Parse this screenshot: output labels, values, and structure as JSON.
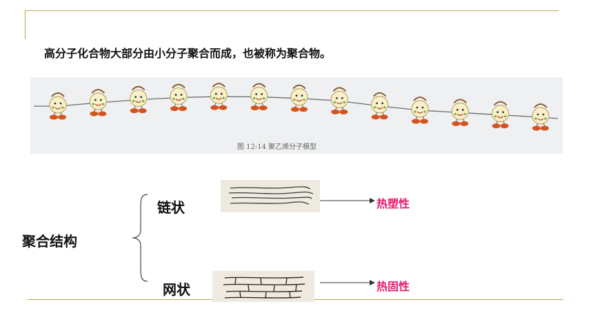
{
  "intro": "高分子化合物大部分由小分子聚合而成，也被称为聚合物。",
  "figure": {
    "caption": "图 12-14    聚乙烯分子模型",
    "molecule_count": 13
  },
  "structure": {
    "label": "聚合结构",
    "items": [
      {
        "kind": "链状",
        "property": "热塑性"
      },
      {
        "kind": "网状",
        "property": "热固性"
      }
    ]
  },
  "colors": {
    "frame": "#b9a64a",
    "property_text": "#e6196e"
  }
}
